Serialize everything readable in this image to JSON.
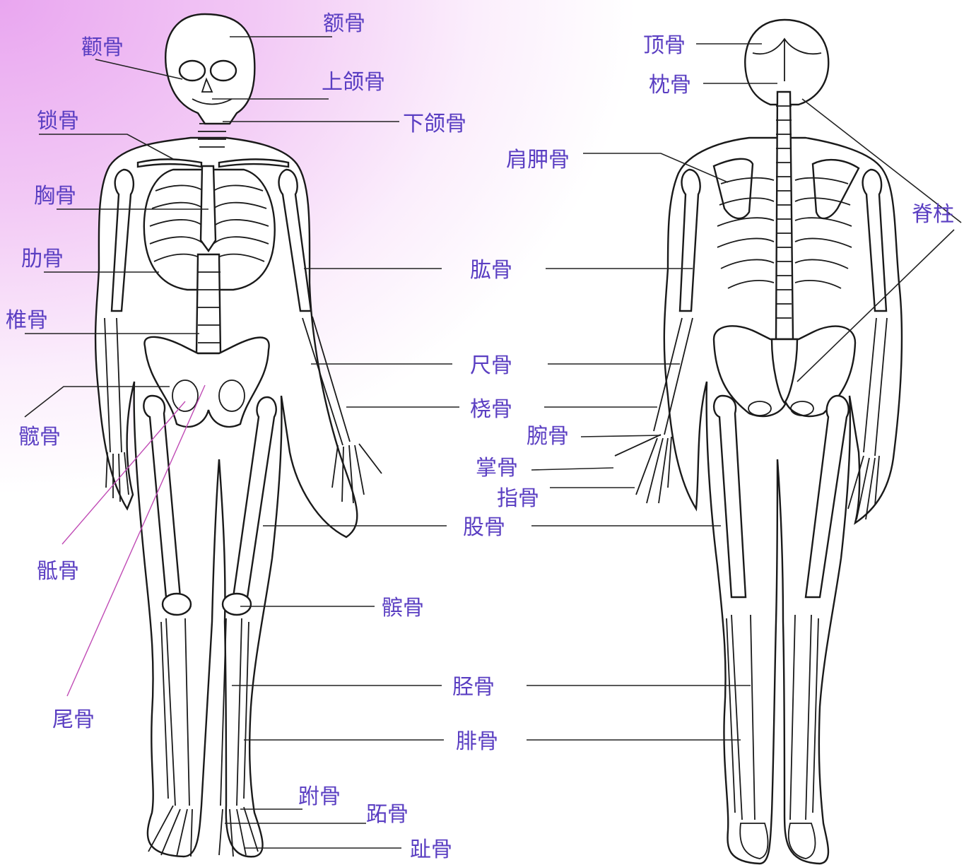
{
  "labels": {
    "frontal": "额骨",
    "zygomatic": "颧骨",
    "maxilla": "上颌骨",
    "mandible": "下颌骨",
    "clavicle": "锁骨",
    "sternum": "胸骨",
    "ribs": "肋骨",
    "vertebrae": "椎骨",
    "hip": "髋骨",
    "sacrum": "骶骨",
    "coccyx": "尾骨",
    "humerus": "肱骨",
    "ulna": "尺骨",
    "radius": "桡骨",
    "carpals": "腕骨",
    "metacarpals": "掌骨",
    "phalanges": "指骨",
    "femur": "股骨",
    "patella": "髌骨",
    "tibia": "胫骨",
    "fibula": "腓骨",
    "tarsals": "跗骨",
    "metatarsals": "跖骨",
    "toes": "趾骨",
    "parietal": "顶骨",
    "occipital": "枕骨",
    "scapula": "肩胛骨",
    "spine": "脊柱"
  },
  "colors": {
    "label": "#5a3ec2",
    "leader": "#222222",
    "background_top_left": "#e9a6f0",
    "background": "#ffffff"
  }
}
